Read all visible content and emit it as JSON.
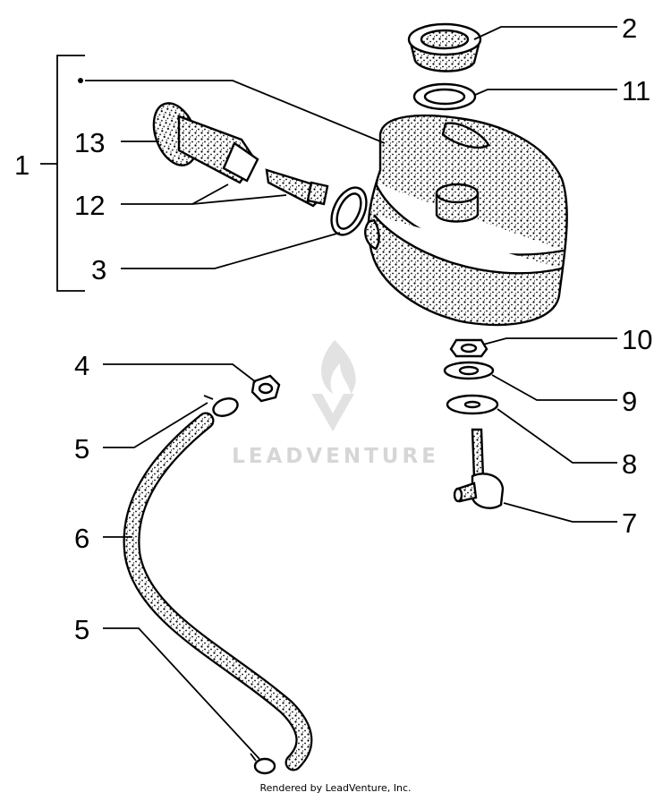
{
  "callouts": {
    "n1": "1",
    "n2": "2",
    "n3": "3",
    "n4": "4",
    "n5a": "5",
    "n5b": "5",
    "n6": "6",
    "n7": "7",
    "n8": "8",
    "n9": "9",
    "n10": "10",
    "n11": "11",
    "n12": "12",
    "n13": "13"
  },
  "watermark": {
    "text": "LEADVENTURE"
  },
  "footer": {
    "text": "Rendered by LeadVenture, Inc."
  },
  "colors": {
    "line": "#000000",
    "watermark": "#d6d6d6",
    "background": "#ffffff"
  }
}
